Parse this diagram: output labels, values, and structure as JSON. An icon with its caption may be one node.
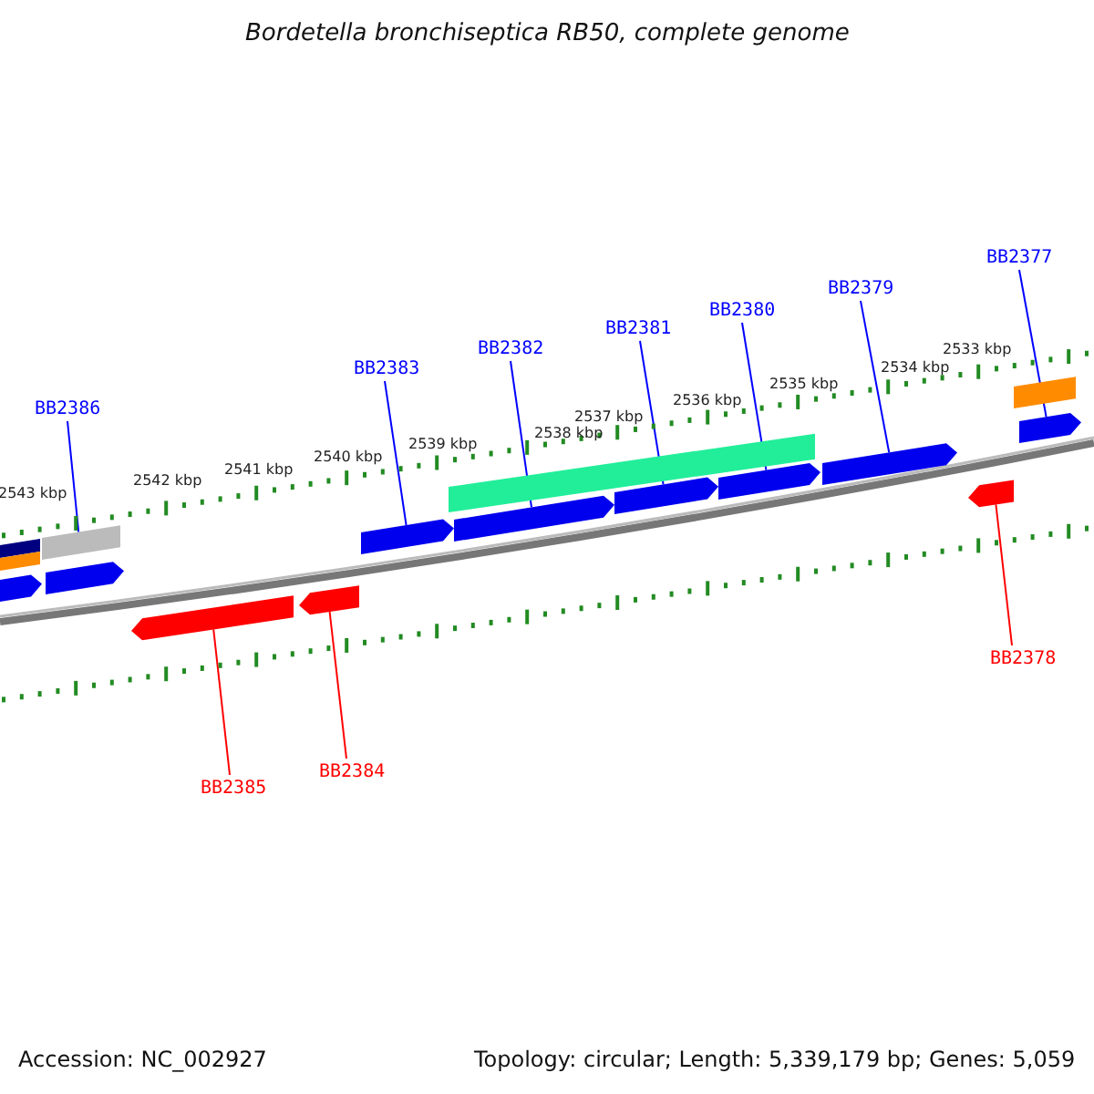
{
  "diagram": {
    "title": "Bordetella bronchiseptica RB50, complete genome",
    "nodes": [
      {
        "text": [
          "BB2386"
        ]
      },
      {
        "text": [
          "BB2383"
        ]
      },
      {
        "text": [
          "BB2382"
        ]
      },
      {
        "text": [
          "BB2381"
        ]
      },
      {
        "text": [
          "BB2380"
        ]
      },
      {
        "text": [
          "BB2379"
        ]
      },
      {
        "text": [
          "BB2377"
        ]
      },
      {
        "text": [
          "BB2378"
        ]
      },
      {
        "text": [
          "BB2385"
        ]
      },
      {
        "text": [
          "BB2384"
        ]
      },
      {
        "text": [],
        "shape": "bar"
      },
      {
        "text": [],
        "shape": "bar"
      },
      {
        "text": [],
        "shape": "arrow"
      },
      {
        "text": [],
        "shape": "bar"
      },
      {
        "text": [],
        "shape": "arrow"
      },
      {
        "text": [],
        "shape": "arrow"
      },
      {
        "text": [],
        "shape": "arrow"
      },
      {
        "text": [],
        "shape": "arrow"
      },
      {
        "text": [],
        "shape": "bar"
      },
      {
        "text": [],
        "shape": "arrow"
      },
      {
        "text": [],
        "shape": "arrow"
      },
      {
        "text": [],
        "shape": "arrow"
      },
      {
        "text": [],
        "shape": "arrow"
      },
      {
        "text": [],
        "shape": "arrow"
      },
      {
        "text": [],
        "shape": "bar"
      },
      {
        "text": [],
        "shape": "arrow"
      }
    ],
    "edges": [
      {
        "from": 0,
        "to": 13,
        "arrow": "none"
      },
      {
        "from": 1,
        "to": 17,
        "arrow": "none"
      },
      {
        "from": 2,
        "to": 19,
        "arrow": "none"
      },
      {
        "from": 3,
        "to": 20,
        "arrow": "none"
      },
      {
        "from": 4,
        "to": 21,
        "arrow": "none"
      },
      {
        "from": 5,
        "to": 22,
        "arrow": "none"
      },
      {
        "from": 6,
        "to": 25,
        "arrow": "none"
      },
      {
        "from": 7,
        "to": 23,
        "arrow": "none",
        "color": "#ff0000"
      },
      {
        "from": 8,
        "to": 15,
        "arrow": "none",
        "color": "#ff0000"
      },
      {
        "from": 9,
        "to": 16,
        "arrow": "none",
        "color": "#ff0000"
      }
    ],
    "labels": [
      "2533 kbp",
      "2534 kbp",
      "2535 kbp",
      "2536 kbp",
      "2537 kbp",
      "2538 kbp",
      "2539 kbp",
      "2540 kbp",
      "2541 kbp",
      "2542 kbp",
      "2543 kbp",
      "Accession: NC_002927",
      "Topology: circular; Length: 5,339,179 bp; Genes: 5,059"
    ]
  }
}
